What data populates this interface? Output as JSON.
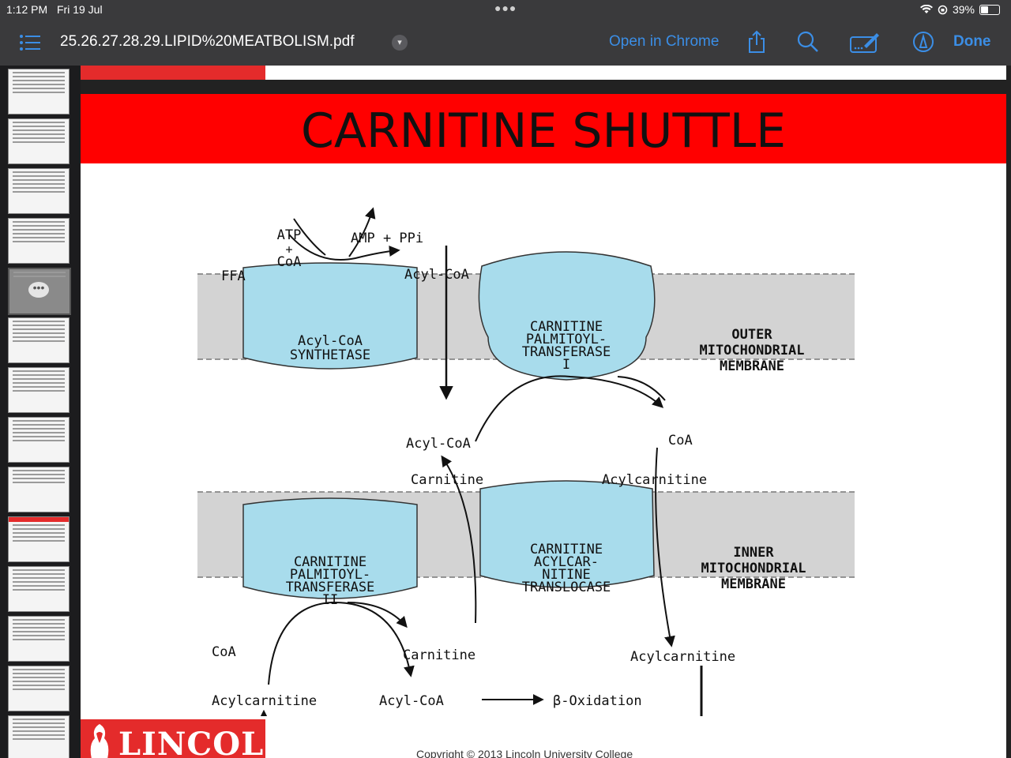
{
  "status": {
    "time": "1:12 PM",
    "date": "Fri 19 Jul",
    "battery": "39%",
    "battery_level": 0.39
  },
  "toolbar": {
    "title": "25.26.27.28.29.LIPID%20MEATBOLISM.pdf",
    "open_in_chrome": "Open in Chrome",
    "done": "Done",
    "icons": [
      "list-icon",
      "share-icon",
      "search-icon",
      "markup-icon",
      "annotate-icon"
    ]
  },
  "slide": {
    "title": "CARNITINE SHUTTLE",
    "copyright": "Copyright © 2013 Lincoln University College",
    "logo": "LINCOLN",
    "diagram": {
      "atp": "ATP",
      "plus": "+",
      "coa_top": "CoA",
      "amp_ppi": "AMP + PPi",
      "ffa": "FFA",
      "acylcoa_top": "Acyl-CoA",
      "synthetase_1": "Acyl-CoA",
      "synthetase_2": "SYNTHETASE",
      "cpt1_1": "CARNITINE",
      "cpt1_2": "PALMITOYL-",
      "cpt1_3": "TRANSFERASE",
      "cpt1_4": "I",
      "outer_1": "OUTER",
      "outer_2": "MITOCHONDRIAL",
      "outer_3": "MEMBRANE",
      "acylcoa_mid": "Acyl-CoA",
      "coa_mid": "CoA",
      "carnitine_mid": "Carnitine",
      "acylcarnitine_mid": "Acylcarnitine",
      "trans_1": "CARNITINE",
      "trans_2": "ACYLCAR-",
      "trans_3": "NITINE",
      "trans_4": "TRANSLOCASE",
      "cpt2_1": "CARNITINE",
      "cpt2_2": "PALMITOYL-",
      "cpt2_3": "TRANSFERASE",
      "cpt2_4": "II",
      "inner_1": "INNER",
      "inner_2": "MITOCHONDRIAL",
      "inner_3": "MEMBRANE",
      "coa_low": "CoA",
      "carnitine_low": "Carnitine",
      "acylcarnitine_low": "Acylcarnitine",
      "acylcarnitine_bottom": "Acylcarnitine",
      "acylcoa_bottom": "Acyl-CoA",
      "beta_ox": "β-Oxidation"
    },
    "colors": {
      "banner": "#ff0000",
      "enzyme": "#a8dcec",
      "membrane": "#d3d3d3",
      "accent_blue": "#3b8ee6"
    }
  }
}
